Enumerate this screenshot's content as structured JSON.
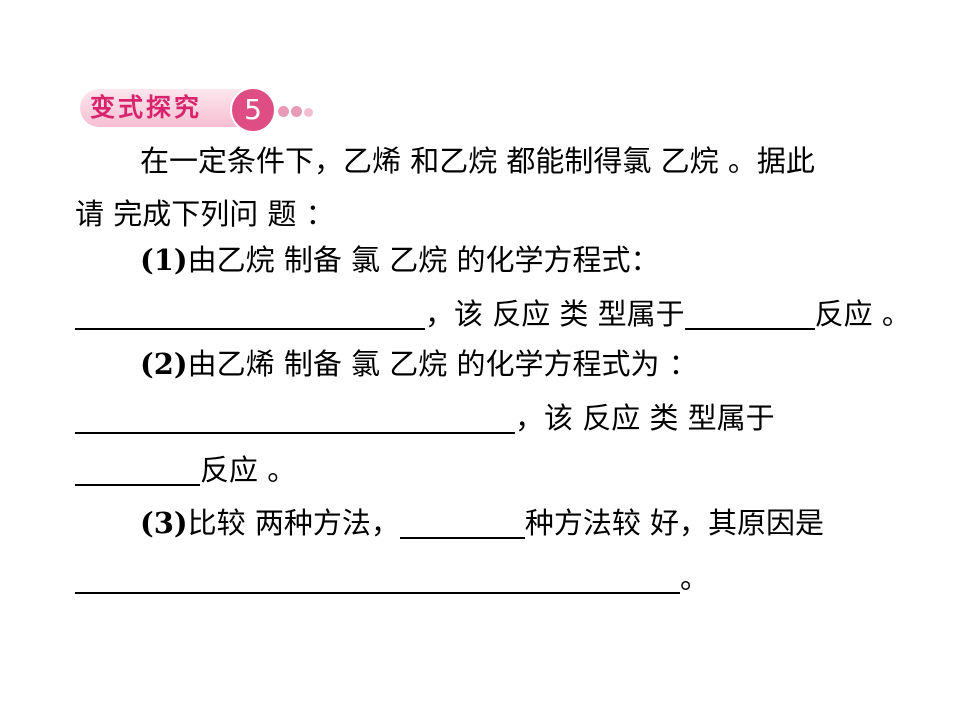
{
  "badge": {
    "label": "变式探究",
    "number": "5"
  },
  "intro": {
    "line1": "在一定条件下，乙烯 和乙烷 都能制得氯 乙烷 。据此",
    "line2": "请 完成下列问 题 ："
  },
  "q1": {
    "num": "(1)",
    "text": "由乙烷 制备 氯 乙烷 的化学方程式：",
    "mid": "，该 反应 类 型属于",
    "end": "反应 。"
  },
  "q2": {
    "num": "(2)",
    "text": "由乙烯 制备 氯 乙烷 的化学方程式为 ：",
    "mid": "，该 反应 类 型属于",
    "end": "反应 。"
  },
  "q3": {
    "num": "(3)",
    "text": "比较 两种方法，",
    "mid": "种方法较 好，其原因是",
    "end": "。"
  }
}
